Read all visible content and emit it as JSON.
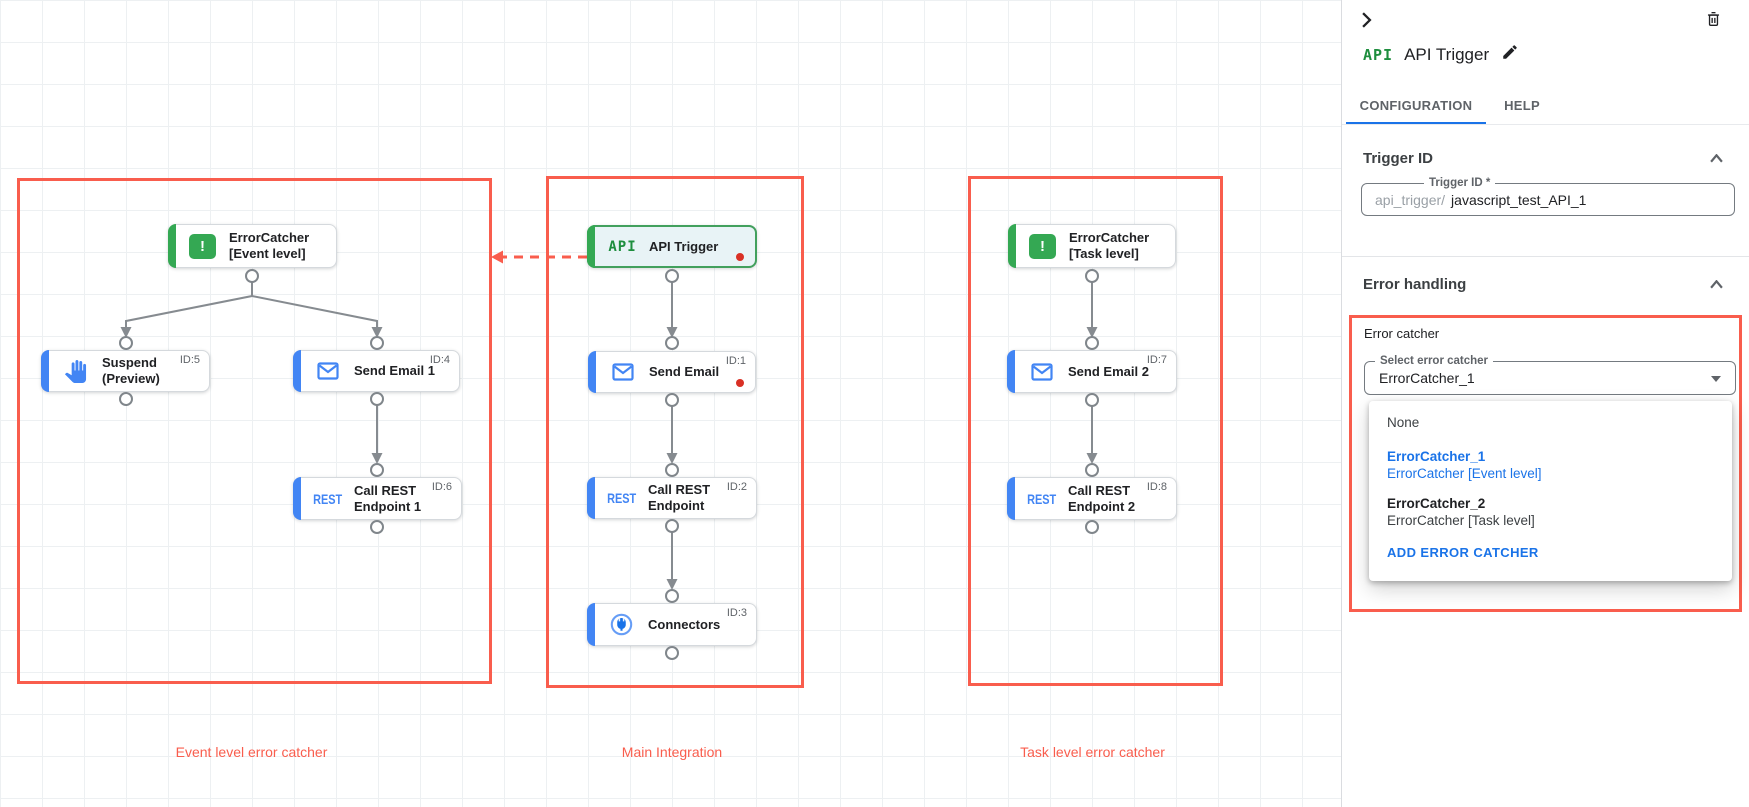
{
  "panel": {
    "title": "API Trigger",
    "icon_label": "API",
    "tabs": {
      "configuration": "CONFIGURATION",
      "help": "HELP"
    },
    "trigger_id_section": {
      "heading": "Trigger ID",
      "field_label": "Trigger ID *",
      "field_prefix": "api_trigger/",
      "field_value": "javascript_test_API_1"
    },
    "error_handling_section": {
      "heading": "Error handling",
      "group_label": "Error catcher",
      "select_label": "Select error catcher",
      "select_value": "ErrorCatcher_1",
      "menu": {
        "none_option": "None",
        "options": [
          {
            "name": "ErrorCatcher_1",
            "desc": "ErrorCatcher [Event level]"
          },
          {
            "name": "ErrorCatcher_2",
            "desc": "ErrorCatcher [Task level]"
          }
        ],
        "add_button": "ADD ERROR CATCHER"
      }
    }
  },
  "canvas": {
    "group_labels": [
      "Event level error catcher",
      "Main Integration",
      "Task level error catcher"
    ],
    "icon_texts": {
      "api": "API",
      "rest": "REST",
      "alert": "!"
    },
    "nodes": {
      "error_catcher_event": {
        "line1": "ErrorCatcher",
        "line2": "[Event level]"
      },
      "suspend": {
        "line1": "Suspend",
        "line2": "(Preview)",
        "id": "ID:5"
      },
      "send_email_1": {
        "line1": "Send Email 1",
        "id": "ID:4"
      },
      "call_rest_1": {
        "line1": "Call REST",
        "line2": "Endpoint 1",
        "id": "ID:6"
      },
      "api_trigger": {
        "line1": "API Trigger"
      },
      "send_email": {
        "line1": "Send Email",
        "id": "ID:1"
      },
      "call_rest": {
        "line1": "Call REST",
        "line2": "Endpoint",
        "id": "ID:2"
      },
      "connectors": {
        "line1": "Connectors",
        "id": "ID:3"
      },
      "error_catcher_task": {
        "line1": "ErrorCatcher",
        "line2": "[Task level]"
      },
      "send_email_2": {
        "line1": "Send Email 2",
        "id": "ID:7"
      },
      "call_rest_2": {
        "line1": "Call REST",
        "line2": "Endpoint 2",
        "id": "ID:8"
      }
    }
  },
  "colors": {
    "accent_blue": "#1a73e8",
    "task_blue": "#4285f4",
    "green": "#34a853",
    "highlight_red": "#f95d4d",
    "status_dot_red": "#d93025"
  }
}
